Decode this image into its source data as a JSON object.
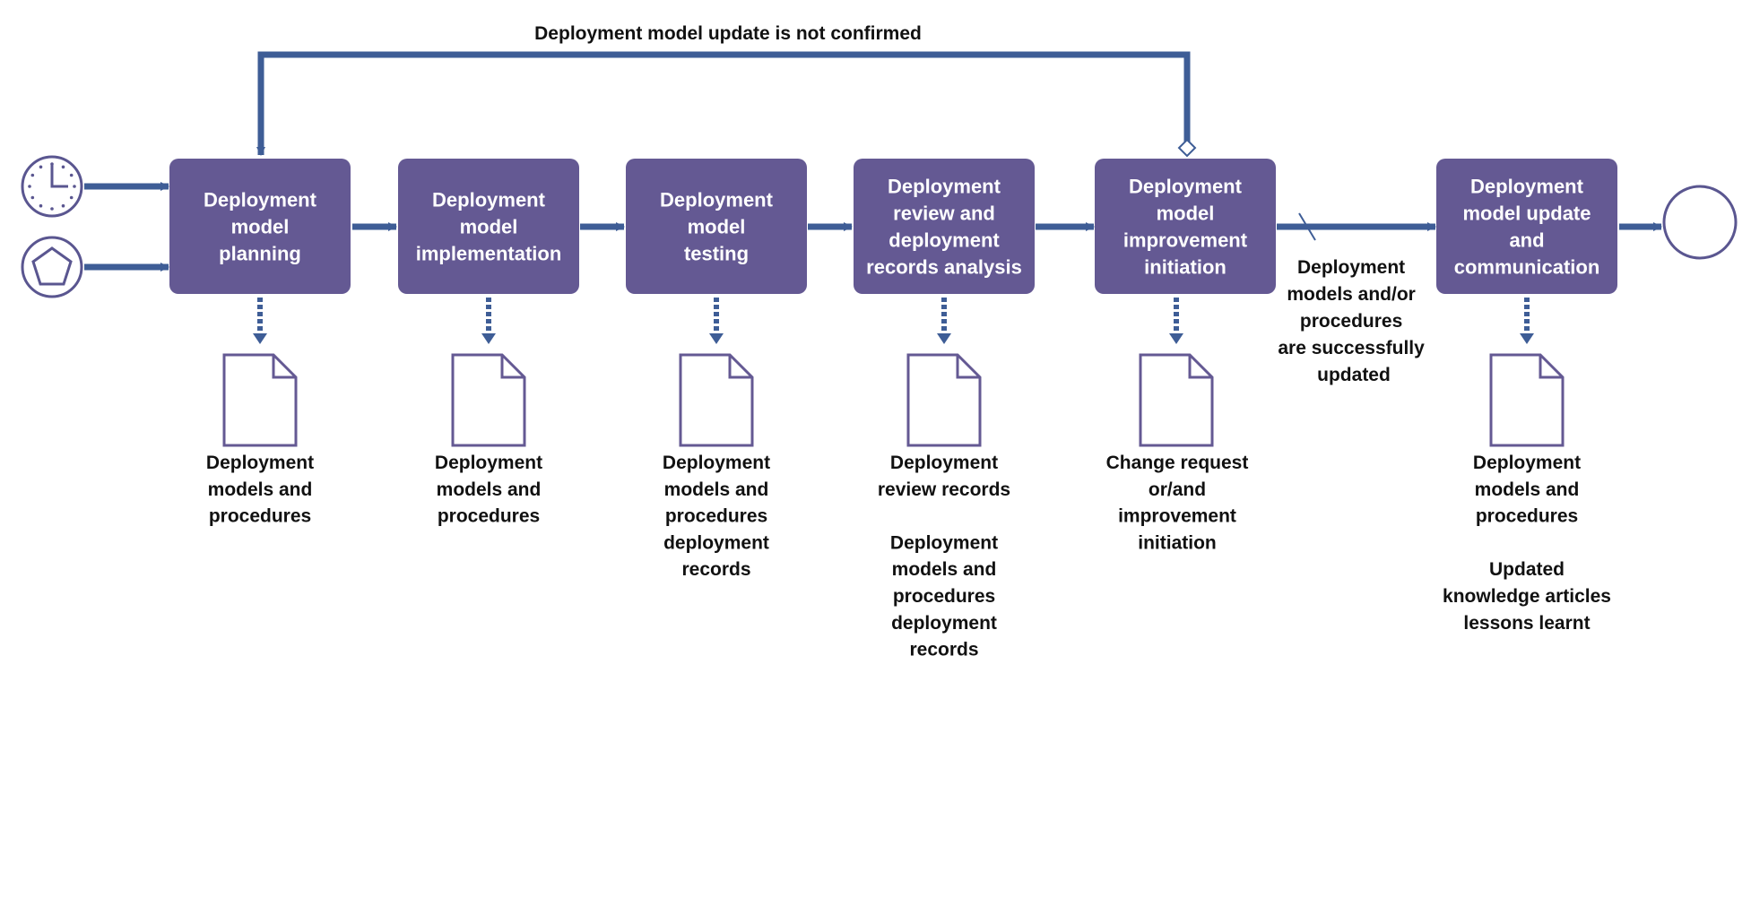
{
  "colors": {
    "process_fill": "#645993",
    "flow_line": "#3e5d96",
    "document_stroke": "#645993",
    "event_stroke": "#5a5690",
    "text": "#111111",
    "box_text": "#ffffff"
  },
  "icons": {
    "timer_event": "clock-icon",
    "signal_event": "pentagon-icon",
    "end_event": "end-circle-icon",
    "document": "document-icon",
    "default_flow_marker": "slash-icon",
    "conditional_flow_marker": "diamond-icon"
  },
  "loop_label": "Deployment model update is not confirmed",
  "condition_label": [
    "Deployment",
    "models and/or",
    "procedures",
    "are successfully",
    "updated"
  ],
  "processes": [
    {
      "id": "planning",
      "lines": [
        "Deployment",
        "model",
        "planning"
      ],
      "output_lines": [
        "Deployment",
        "models and",
        "procedures"
      ]
    },
    {
      "id": "implementation",
      "lines": [
        "Deployment",
        "model",
        "implementation"
      ],
      "output_lines": [
        "Deployment",
        "models and",
        "procedures"
      ]
    },
    {
      "id": "testing",
      "lines": [
        "Deployment",
        "model",
        "testing"
      ],
      "output_lines": [
        "Deployment",
        "models and",
        "procedures",
        "deployment",
        "records"
      ]
    },
    {
      "id": "review",
      "lines": [
        "Deployment",
        "review and",
        "deployment",
        "records analysis"
      ],
      "output_lines": [
        "Deployment",
        "review records",
        "",
        "Deployment",
        "models and",
        "procedures",
        "deployment",
        "records"
      ]
    },
    {
      "id": "improvement",
      "lines": [
        "Deployment",
        "model",
        "improvement",
        "initiation"
      ],
      "output_lines": [
        "Change request",
        "or/and",
        "improvement",
        "initiation"
      ]
    },
    {
      "id": "update",
      "lines": [
        "Deployment",
        "model update",
        "and",
        "communication"
      ],
      "output_lines": [
        "Deployment",
        "models and",
        "procedures",
        "",
        "Updated",
        "knowledge articles",
        "lessons learnt"
      ]
    }
  ]
}
